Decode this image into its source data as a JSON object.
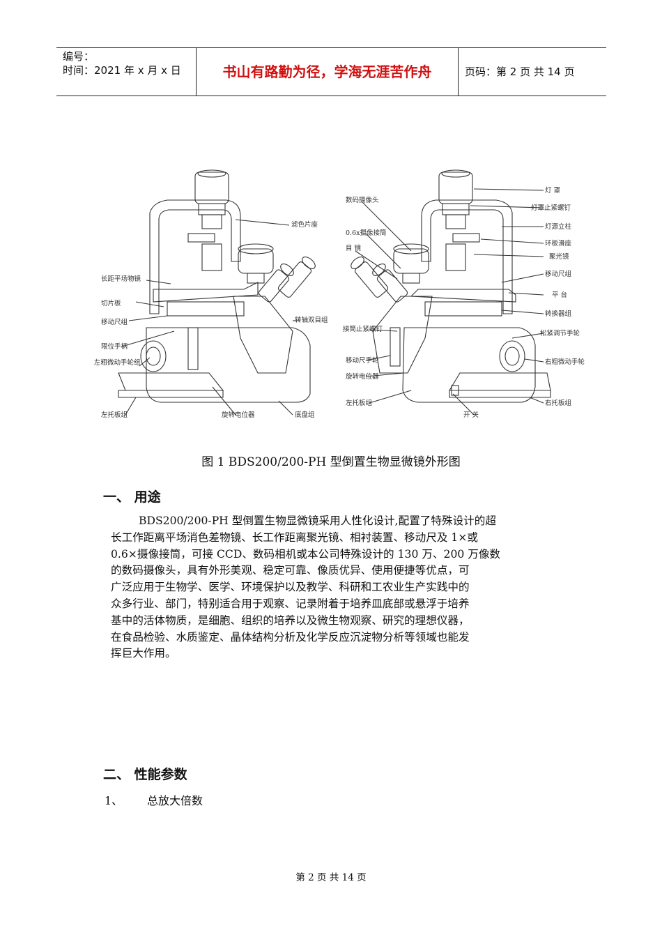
{
  "header": {
    "number_label": "编号：",
    "time_label": "时间：2021 年 x 月 x 日",
    "motto": "书山有路勤为径，学海无涯苦作舟",
    "page_info": "页码：第 2 页  共 14 页"
  },
  "figure": {
    "left_labels": [
      "滤色片座",
      "长距平场物镜",
      "切片板",
      "移动尺组",
      "限位手柄",
      "左粗微动手轮组",
      "转轴双目组",
      "左托板组",
      "旋转电位器",
      "底盘组"
    ],
    "right_labels": [
      "数码摄像头",
      "0.6x摄像接筒",
      "目 镜",
      "接筒止紧螺钉",
      "移动尺手轮",
      "旋转电位器",
      "左托板组",
      "开 关",
      "灯 罩",
      "灯罩止紧螺钉",
      "灯源立柱",
      "环板滑座",
      "聚光镜",
      "移动尺组",
      "平 台",
      "转换器组",
      "松紧调节手轮",
      "右粗微动手轮",
      "右托板组"
    ],
    "caption": "图 1   BDS200/200-PH 型倒置生物显微镜外形图"
  },
  "section1": {
    "heading": "一、    用途",
    "lines": [
      "BDS200/200-PH 型倒置生物显微镜采用人性化设计,配置了特殊设计的超",
      "长工作距离平场消色差物镜、长工作距离聚光镜、相衬装置、移动尺及 1×或",
      "0.6×摄像接筒，可接 CCD、数码相机或本公司特殊设计的 130 万、200 万像数",
      "的数码摄像头，具有外形美观、稳定可靠、像质优异、使用便捷等优点，可",
      "广泛应用于生物学、医学、环境保护以及教学、科研和工农业生产实践中的",
      "众多行业、部门，特别适合用于观察、记录附着于培养皿底部或悬浮于培养",
      "基中的活体物质，是细胞、组织的培养以及微生物观察、研究的理想仪器，",
      "在食品检验、水质鉴定、晶体结构分析及化学反应沉淀物分析等领域也能发",
      "挥巨大作用。"
    ]
  },
  "section2": {
    "heading": "二、    性能参数",
    "sub_number": "1、",
    "sub_text": "总放大倍数"
  },
  "footer": "第 2 页 共 14 页"
}
